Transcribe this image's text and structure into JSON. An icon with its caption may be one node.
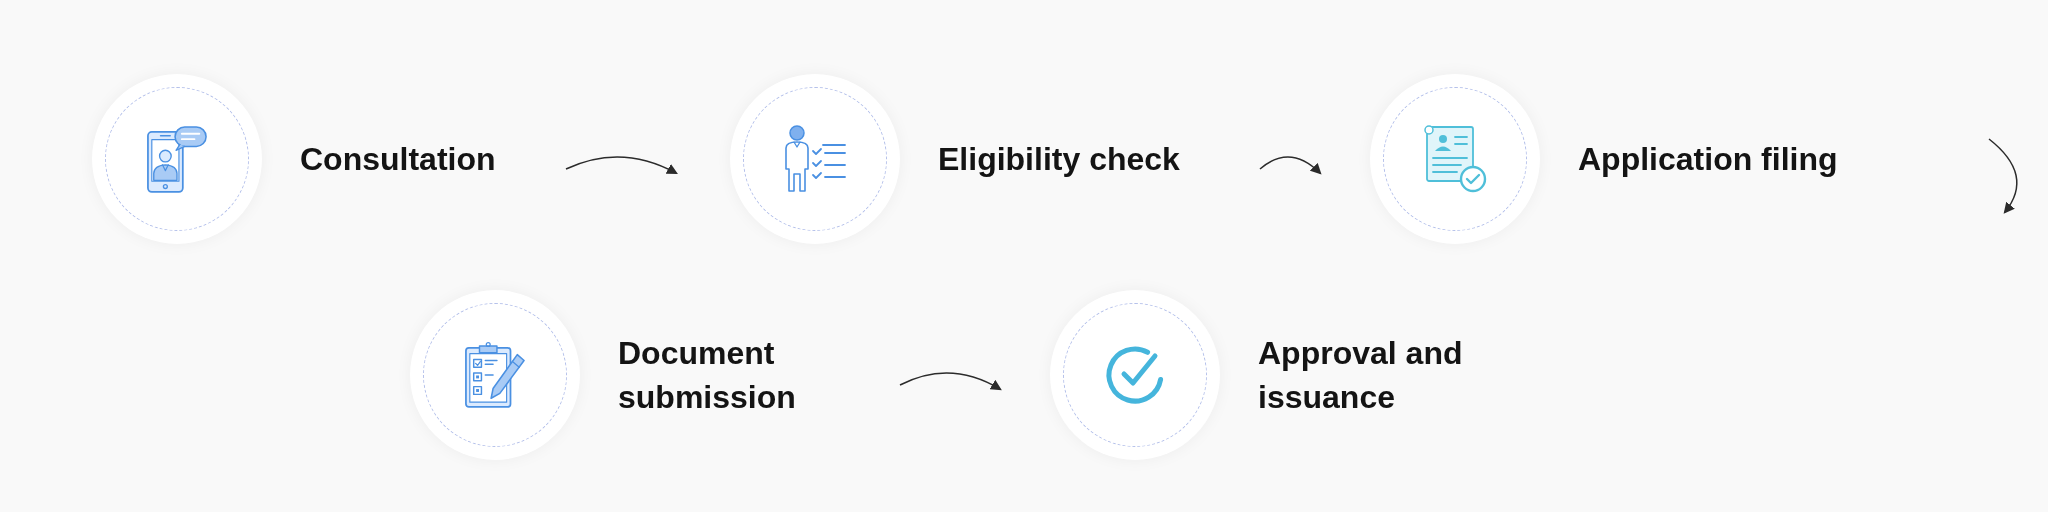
{
  "diagram": {
    "nodes": [
      {
        "text": [
          "Consultation"
        ]
      },
      {
        "text": [
          "Eligibility check"
        ]
      },
      {
        "text": [
          "Application filing"
        ]
      },
      {
        "text": [
          "Document submission"
        ]
      },
      {
        "text": [
          "Approval and issuance"
        ]
      }
    ],
    "edges": [
      {
        "from": 0,
        "to": 1,
        "arrow": "to"
      },
      {
        "from": 1,
        "to": 2,
        "arrow": "to"
      },
      {
        "from": 3,
        "to": 4,
        "arrow": "to"
      }
    ]
  }
}
